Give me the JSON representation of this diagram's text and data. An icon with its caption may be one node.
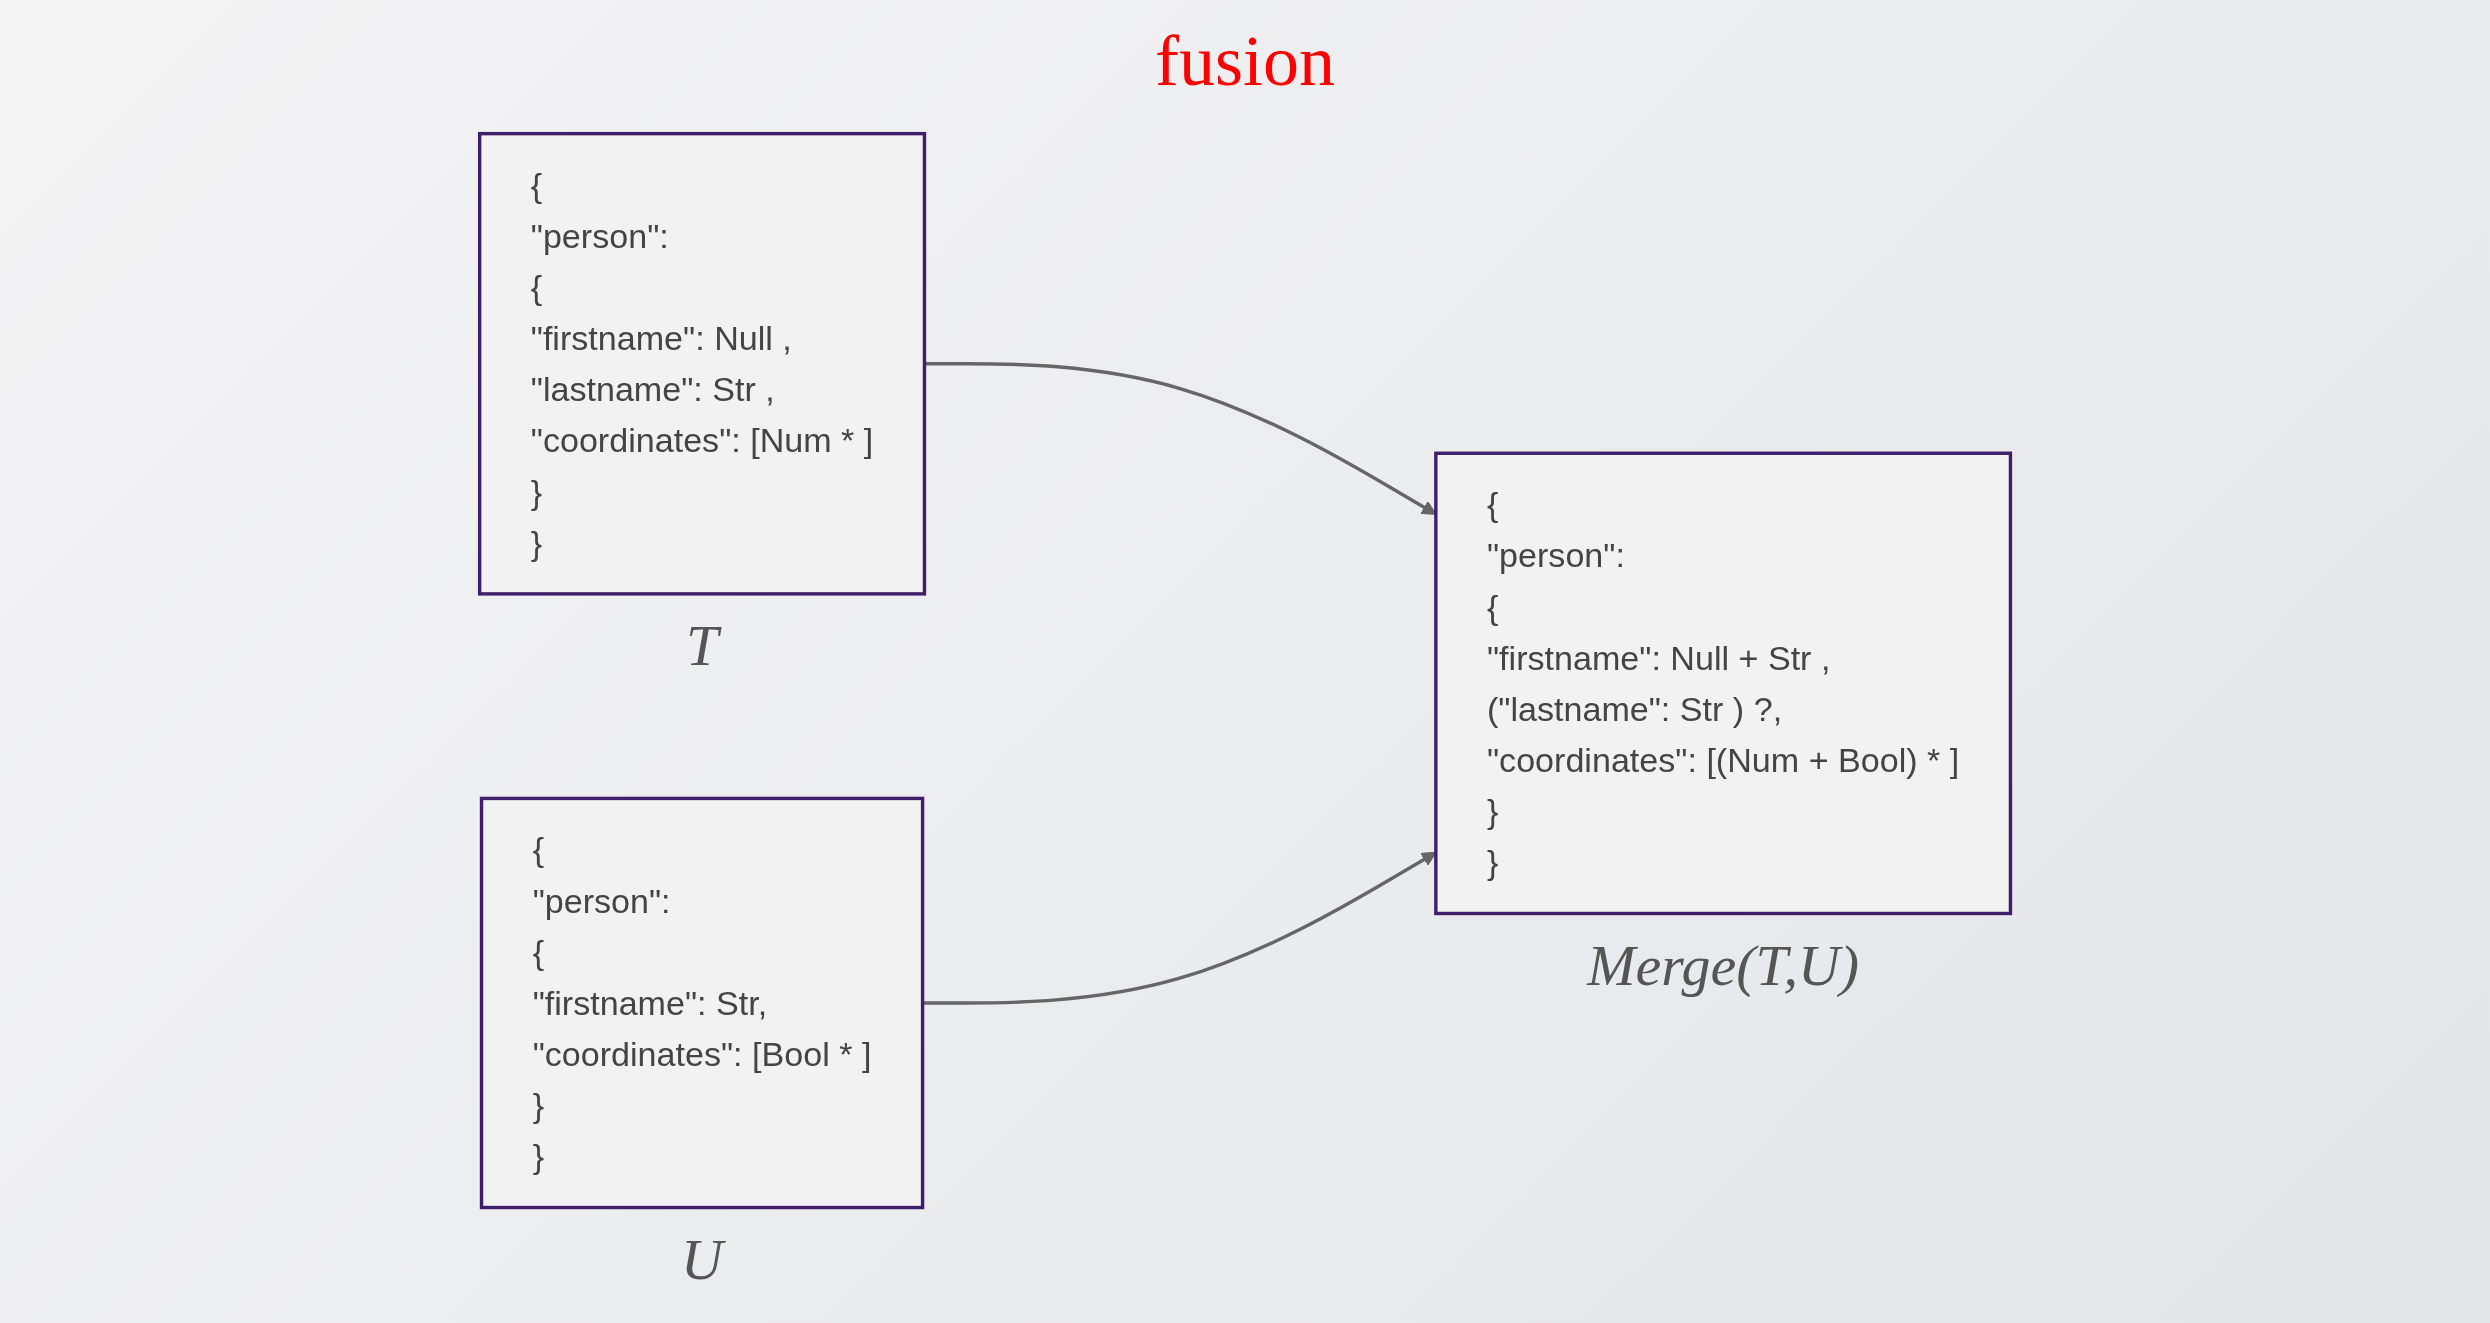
{
  "diagram": {
    "nodes": [
      {
        "text": [
          "{",
          "\"person\":",
          "{",
          "\"firstname\": Null ,",
          "\"lastname\": Str ,",
          "\"coordinates\": [Num * ]",
          "}",
          "}"
        ],
        "beside": [
          "T"
        ]
      },
      {
        "text": [
          "{",
          "\"person\":",
          "{",
          "\"firstname\": Str,",
          "\"coordinates\": [Bool * ]",
          "}",
          "}"
        ],
        "beside": [
          "U"
        ]
      },
      {
        "text": [
          "{",
          "\"person\":",
          "{",
          "\"firstname\": Null + Str ,",
          "(\"lastname\": Str ) ?,",
          "\"coordinates\": [(Num + Bool) * ]",
          "}",
          "}"
        ],
        "beside": [
          "Merge(T,U)"
        ]
      }
    ],
    "edges": [
      {
        "from": 0,
        "to": 2,
        "arrow": "to"
      },
      {
        "from": 1,
        "to": 2,
        "arrow": "to"
      }
    ],
    "labels": [
      "fusion"
    ]
  }
}
